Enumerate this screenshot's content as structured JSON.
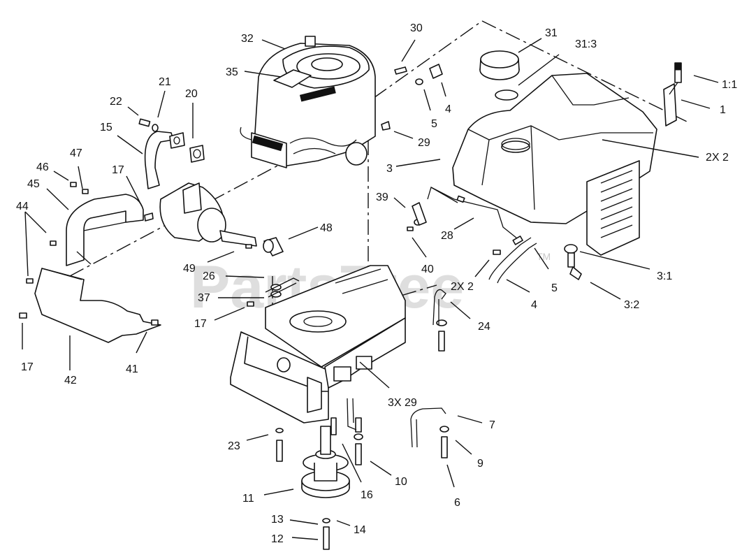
{
  "watermark": {
    "text": "PartsTree",
    "trademark": "TM"
  },
  "callouts": [
    {
      "id": "c32",
      "label": "32"
    },
    {
      "id": "c35",
      "label": "35"
    },
    {
      "id": "c30",
      "label": "30"
    },
    {
      "id": "c31",
      "label": "31"
    },
    {
      "id": "c31-3",
      "label": "31:3"
    },
    {
      "id": "c1-1",
      "label": "1:1"
    },
    {
      "id": "c1",
      "label": "1"
    },
    {
      "id": "c22",
      "label": "22"
    },
    {
      "id": "c21",
      "label": "21"
    },
    {
      "id": "c20",
      "label": "20"
    },
    {
      "id": "c15",
      "label": "15"
    },
    {
      "id": "c4-top",
      "label": "4"
    },
    {
      "id": "c5-top",
      "label": "5"
    },
    {
      "id": "c29",
      "label": "29"
    },
    {
      "id": "c2x2-tank",
      "label": "2X 2"
    },
    {
      "id": "c47",
      "label": "47"
    },
    {
      "id": "c46",
      "label": "46"
    },
    {
      "id": "c45",
      "label": "45"
    },
    {
      "id": "c17-muffler",
      "label": "17"
    },
    {
      "id": "c3",
      "label": "3"
    },
    {
      "id": "c39",
      "label": "39"
    },
    {
      "id": "c44",
      "label": "44"
    },
    {
      "id": "c48",
      "label": "48"
    },
    {
      "id": "c28",
      "label": "28"
    },
    {
      "id": "c49",
      "label": "49"
    },
    {
      "id": "c40",
      "label": "40"
    },
    {
      "id": "c26",
      "label": "26"
    },
    {
      "id": "c2x2-line",
      "label": "2X 2"
    },
    {
      "id": "c5-line",
      "label": "5"
    },
    {
      "id": "c3-1",
      "label": "3:1"
    },
    {
      "id": "c37",
      "label": "37"
    },
    {
      "id": "c4-line",
      "label": "4"
    },
    {
      "id": "c3-2",
      "label": "3:2"
    },
    {
      "id": "c17-frame",
      "label": "17"
    },
    {
      "id": "c24",
      "label": "24"
    },
    {
      "id": "c17-left",
      "label": "17"
    },
    {
      "id": "c42",
      "label": "42"
    },
    {
      "id": "c41",
      "label": "41"
    },
    {
      "id": "c3x29",
      "label": "3X 29"
    },
    {
      "id": "c7",
      "label": "7"
    },
    {
      "id": "c23",
      "label": "23"
    },
    {
      "id": "c9",
      "label": "9"
    },
    {
      "id": "c10",
      "label": "10"
    },
    {
      "id": "c16",
      "label": "16"
    },
    {
      "id": "c11",
      "label": "11"
    },
    {
      "id": "c6",
      "label": "6"
    },
    {
      "id": "c13",
      "label": "13"
    },
    {
      "id": "c14",
      "label": "14"
    },
    {
      "id": "c12",
      "label": "12"
    }
  ]
}
